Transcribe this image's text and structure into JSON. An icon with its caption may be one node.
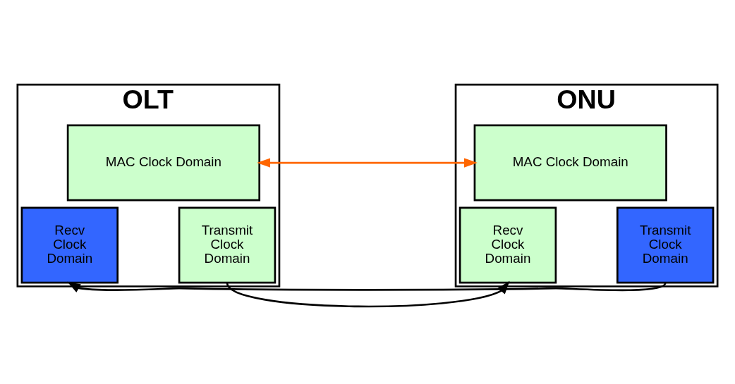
{
  "diagram": {
    "nodes": [
      {
        "text": [
          "OLT"
        ]
      },
      {
        "text": [
          "MAC Clock Domain"
        ],
        "in": 0
      },
      {
        "text": [
          "Recv Clock Domain"
        ],
        "in": 0
      },
      {
        "text": [
          "Transmit Clock Domain"
        ],
        "in": 0
      },
      {
        "text": [
          "ONU"
        ]
      },
      {
        "text": [
          "MAC Clock Domain"
        ],
        "in": 4
      },
      {
        "text": [
          "Recv Clock Domain"
        ],
        "in": 4
      },
      {
        "text": [
          "Transmit Clock Domain"
        ],
        "in": 4
      }
    ],
    "edges": [
      {
        "from": 1,
        "to": 5,
        "arrow": "both",
        "color": "#ff6600"
      },
      {
        "from": 3,
        "to": 6,
        "arrow": "to"
      },
      {
        "from": 7,
        "to": 2,
        "arrow": "to"
      }
    ]
  }
}
